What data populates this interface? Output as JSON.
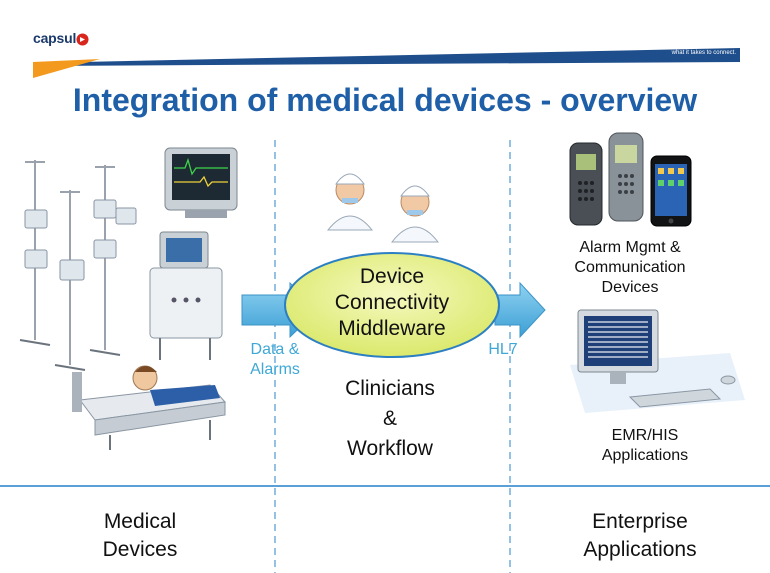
{
  "header": {
    "logo_text": "capsul",
    "tagline": "what it takes to connect."
  },
  "title": "Integration of medical devices - overview",
  "middleware": {
    "line1": "Device",
    "line2": "Connectivity",
    "line3": "Middleware"
  },
  "flows": {
    "input_line1": "Data &",
    "input_line2": "Alarms",
    "output": "HL7"
  },
  "clinicians": {
    "line1": "Clinicians",
    "line2": "&",
    "line3": "Workflow"
  },
  "alarm_devices": {
    "line1": "Alarm Mgmt &",
    "line2": "Communication",
    "line3": "Devices"
  },
  "emr": {
    "line1": "EMR/HIS",
    "line2": "Applications"
  },
  "footer": {
    "left_line1": "Medical",
    "left_line2": "Devices",
    "right_line1": "Enterprise",
    "right_line2": "Applications"
  },
  "colors": {
    "title": "#1f5fa8",
    "header_band": "#1f4e8c",
    "accent_orange": "#f39a1e",
    "arrow": "#5bb8e6",
    "ellipse_fill": "#e7f28a",
    "ellipse_stroke": "#2b7fc2",
    "divider": "#5aa0d6"
  }
}
